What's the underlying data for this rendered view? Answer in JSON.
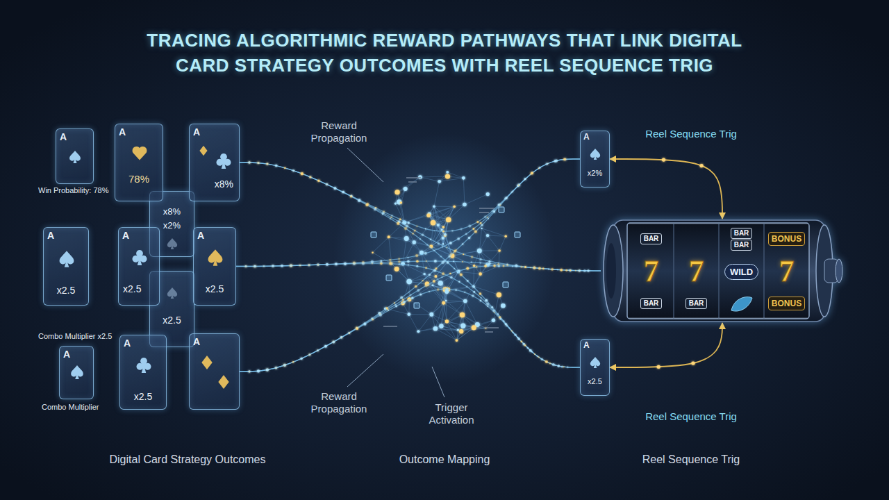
{
  "diagram": {
    "title": "TRACING ALGORITHMIC REWARD PATHWAYS THAT LINK DIGITAL CARD STRATEGY OUTCOMES WITH REEL SEQUENCE TRIG",
    "nodes": [
      {
        "text": [
          "A"
        ]
      },
      {
        "text": [
          "A",
          "78%"
        ]
      },
      {
        "text": [
          "A",
          "x8%"
        ]
      },
      {
        "text": [
          "A",
          "x2%"
        ]
      },
      {
        "text": [
          "x8%",
          "x2%"
        ]
      },
      {
        "text": [
          "A",
          "x2.5"
        ]
      },
      {
        "text": [
          "A",
          "x2.5"
        ]
      },
      {
        "text": [
          "A",
          "x2.5"
        ]
      },
      {
        "text": [
          "BAR",
          "BAR",
          "BAR",
          "BONUS",
          "7",
          "7",
          "WILD",
          "7",
          "BAR",
          "BAR",
          "BONUS"
        ]
      },
      {
        "text": [
          "x2.5"
        ]
      },
      {
        "text": [
          "A"
        ]
      },
      {
        "text": [
          "A",
          "x2.5"
        ]
      },
      {
        "text": [
          "A"
        ]
      },
      {
        "text": [
          "A",
          "x2.5"
        ]
      }
    ],
    "edges": [
      {
        "from": 2,
        "to": 3,
        "arrow": "none"
      },
      {
        "from": 2,
        "to": 8,
        "arrow": "none"
      },
      {
        "from": 2,
        "to": 13,
        "arrow": "none"
      },
      {
        "from": 7,
        "to": 3,
        "arrow": "none"
      },
      {
        "from": 7,
        "to": 8,
        "arrow": "none"
      },
      {
        "from": 7,
        "to": 13,
        "arrow": "none"
      },
      {
        "from": 12,
        "to": 3,
        "arrow": "none"
      },
      {
        "from": 12,
        "to": 8,
        "arrow": "none"
      },
      {
        "from": 12,
        "to": 13,
        "arrow": "none"
      },
      {
        "from": 3,
        "to": 8,
        "arrow": "both"
      },
      {
        "from": 13,
        "to": 8,
        "arrow": "both"
      }
    ],
    "labels": [
      "Win Probability: 78%",
      "Reward Propagation",
      "Reel Sequence Trig",
      "Combo Multiplier x2.5",
      "Reward Propagation",
      "Combo Multiplier",
      "Trigger Activation",
      "Reel Sequence Trig",
      "Digital Card Strategy Outcomes",
      "Outcome Mapping",
      "Reel Sequence Trig"
    ]
  }
}
